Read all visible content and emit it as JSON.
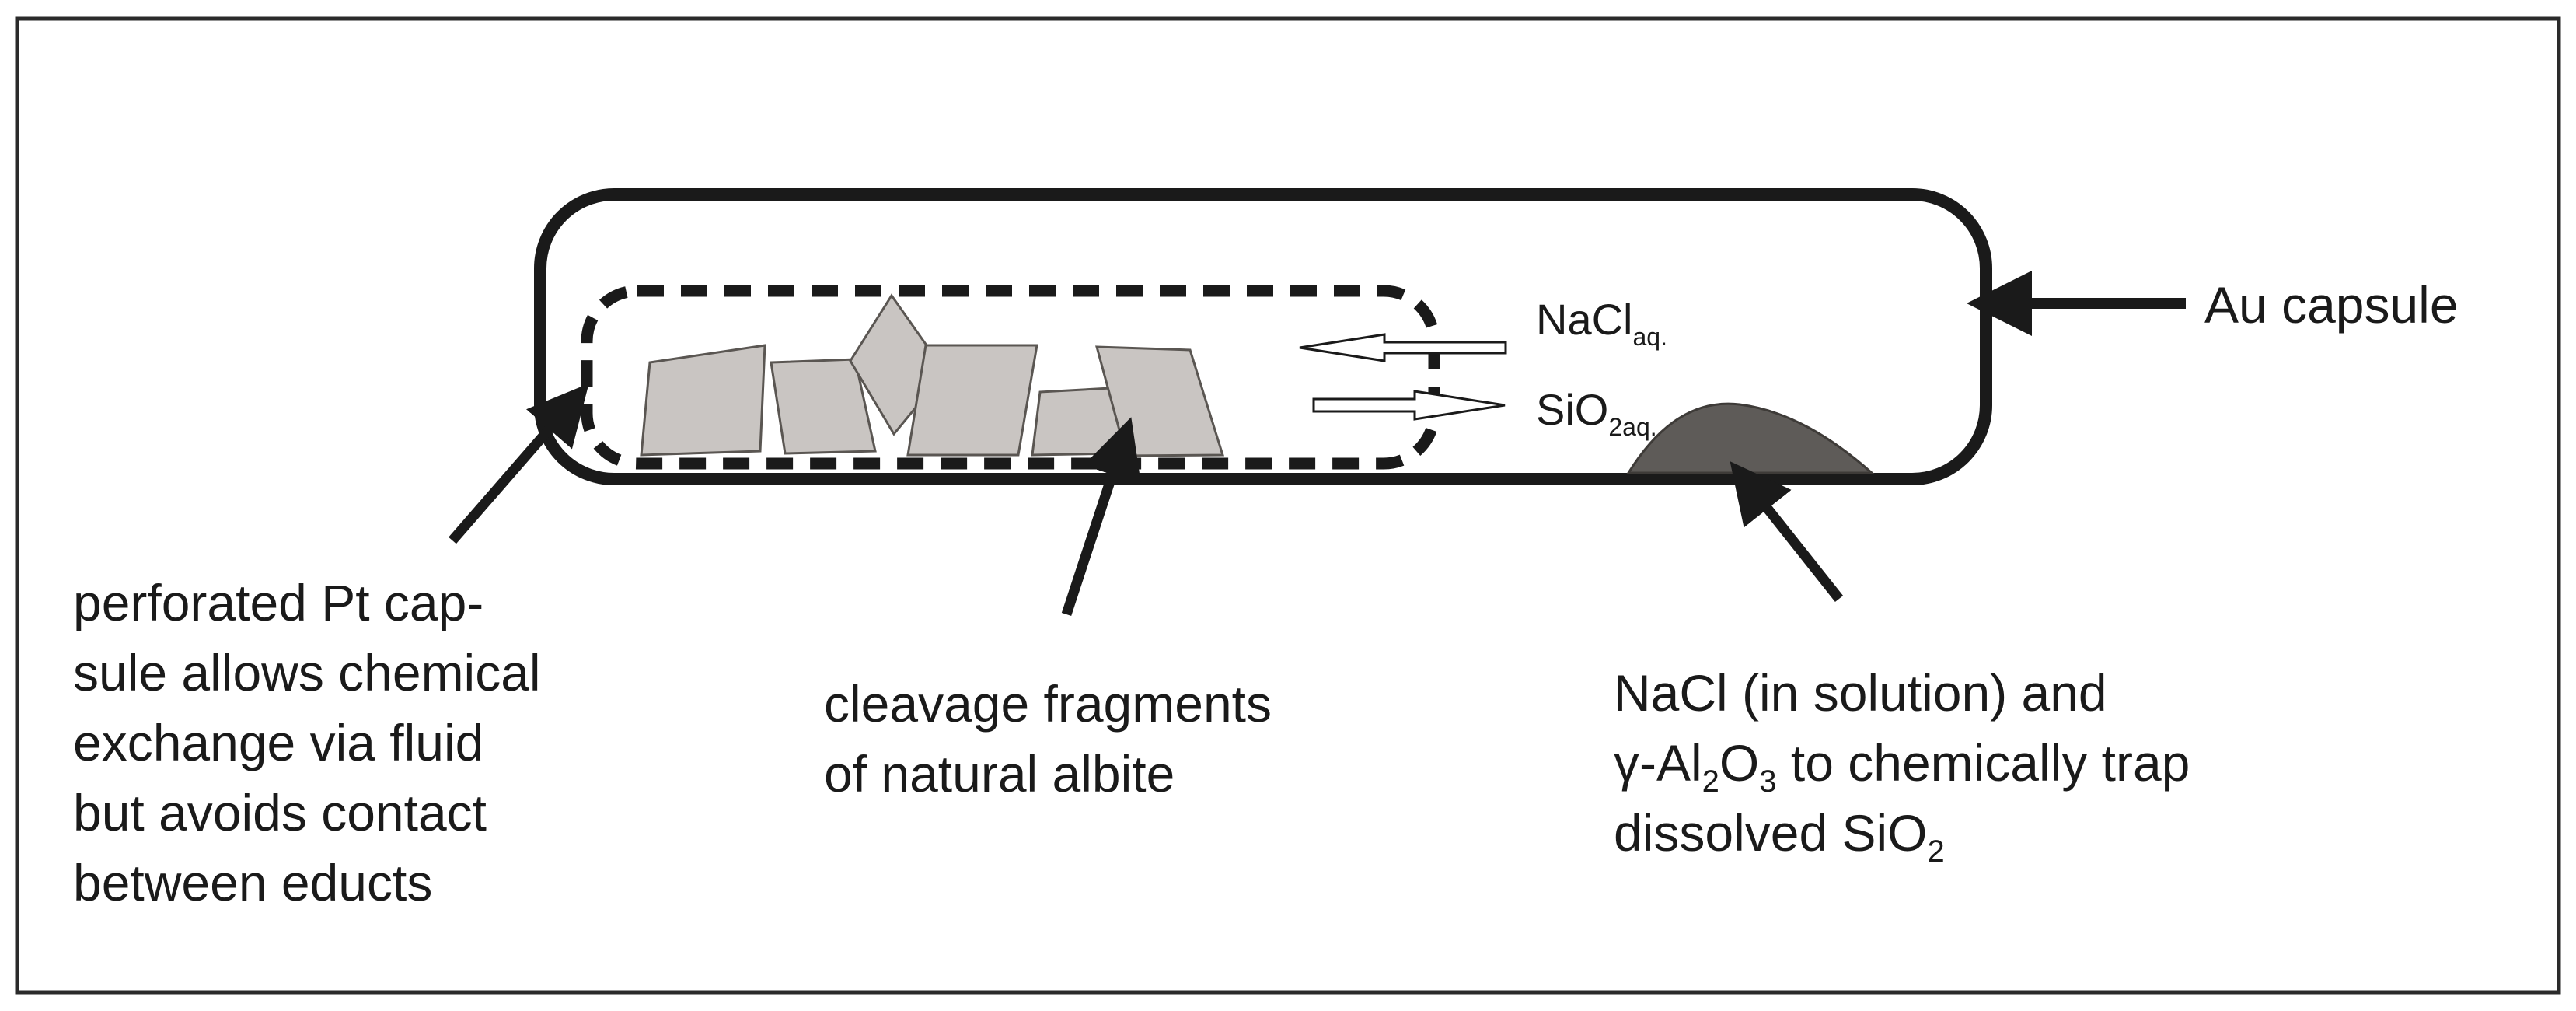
{
  "colors": {
    "ink": "#1a1a1a",
    "fragment_fill": "#c9c5c2",
    "fragment_stroke": "#5a5652",
    "alumina_fill": "#5e5b58",
    "background": "#ffffff"
  },
  "labels": {
    "au_capsule": "Au capsule",
    "pt_capsule": [
      "perforated Pt cap-",
      "sule allows chemical",
      "exchange via fluid",
      "but avoids contact",
      "between educts"
    ],
    "albite": [
      "cleavage fragments",
      "of natural albite"
    ],
    "trap": {
      "line1": "NaCl (in solution) and",
      "line2_prefix": "γ-Al",
      "line2_sub1": "2",
      "line2_mid": "O",
      "line2_sub2": "3",
      "line2_suffix": " to chemically trap",
      "line3_prefix": "dissolved SiO",
      "line3_sub": "2"
    },
    "nacl_flow": {
      "main": "NaCl",
      "sub": "aq."
    },
    "sio2_flow": {
      "main": "SiO",
      "sub": "2aq."
    }
  }
}
